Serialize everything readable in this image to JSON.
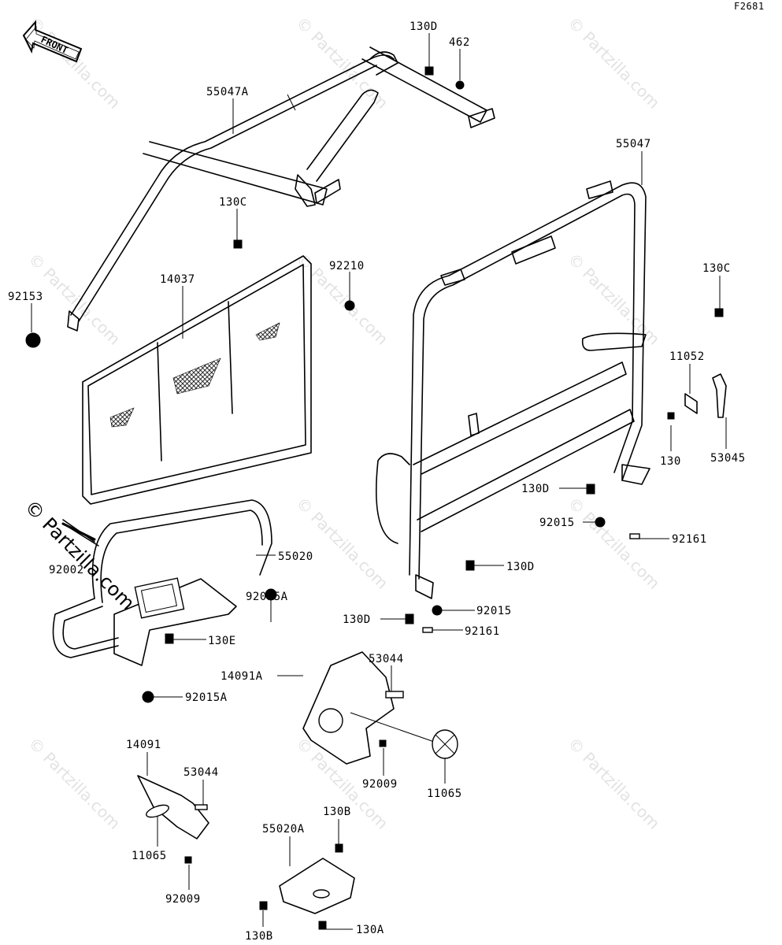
{
  "figure_id": "F2681",
  "front_badge": "FRONT",
  "watermark": "© Partzilla.com",
  "watermark_large": "© Partzilla.com",
  "labels": {
    "p130D_top": "130D",
    "p462": "462",
    "p55047A": "55047A",
    "p55047": "55047",
    "p130C_left": "130C",
    "p92210": "92210",
    "p14037": "14037",
    "p92153": "92153",
    "p130C_right": "130C",
    "p11052": "11052",
    "p130": "130",
    "p53045": "53045",
    "p130D_mid": "130D",
    "p92015_mid": "92015",
    "p92161_top": "92161",
    "p55020": "55020",
    "p92002": "92002",
    "p92015A_top": "92015A",
    "p130E": "130E",
    "p92015A_bot": "92015A",
    "p130D_low": "130D",
    "p130D_low2": "130D",
    "p92015_low": "92015",
    "p92161_low": "92161",
    "p53044_top": "53044",
    "p14091A": "14091A",
    "p92009_top": "92009",
    "p11065_top": "11065",
    "p14091": "14091",
    "p53044_bot": "53044",
    "p11065_bot": "11065",
    "p92009_bot": "92009",
    "p130B_top": "130B",
    "p55020A": "55020A",
    "p130B_bot": "130B",
    "p130A": "130A"
  }
}
